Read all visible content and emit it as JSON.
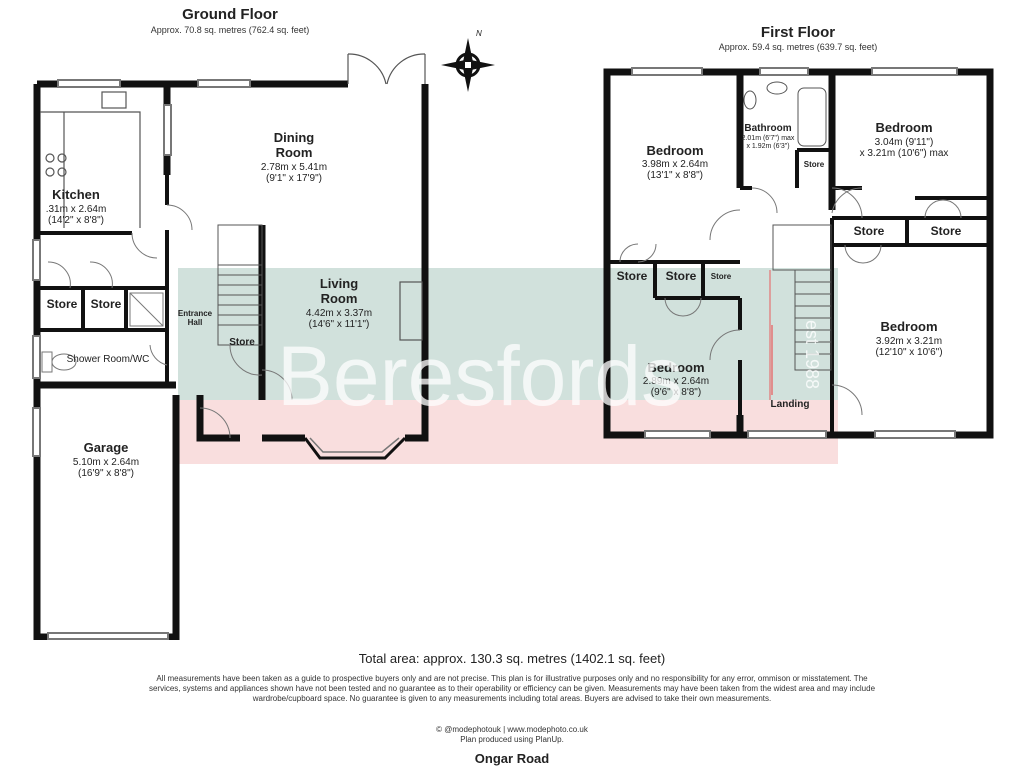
{
  "ground": {
    "title": "Ground Floor",
    "area": "Approx. 70.8 sq. metres (762.4 sq. feet)",
    "rooms": {
      "dining": {
        "name1": "Dining",
        "name2": "Room",
        "metric": "2.78m x 5.41m",
        "imperial": "(9'1\" x 17'9\")"
      },
      "kitchen": {
        "name": "Kitchen",
        "metric": ".31m x 2.64m",
        "imperial": "(14'2\" x 8'8\")"
      },
      "living": {
        "name1": "Living",
        "name2": "Room",
        "metric": "4.42m x 3.37m",
        "imperial": "(14'6\" x 11'1\")"
      },
      "garage": {
        "name": "Garage",
        "metric": "5.10m x 2.64m",
        "imperial": "(16'9\" x 8'8\")"
      },
      "store1": "Store",
      "store2": "Store",
      "store3": "Store",
      "shower": "Shower Room/WC",
      "hall1": "Entrance",
      "hall2": "Hall"
    }
  },
  "first": {
    "title": "First Floor",
    "area": "Approx. 59.4 sq. metres (639.7 sq. feet)",
    "rooms": {
      "bed1": {
        "name": "Bedroom",
        "metric": "3.98m x 2.64m",
        "imperial": "(13'1\" x 8'8\")"
      },
      "bath": {
        "name": "Bathroom",
        "line1": "2.01m (6'7\") max",
        "line2": "x 1.92m (6'3\")"
      },
      "bed2": {
        "name": "Bedroom",
        "line1": "3.04m (9'11\")",
        "line2": "x 3.21m (10'6\") max"
      },
      "bed3": {
        "name": "Bedroom",
        "metric": "2.89m x 2.64m",
        "imperial": "(9'6\" x 8'8\")"
      },
      "bed4": {
        "name": "Bedroom",
        "metric": "3.92m x 3.21m",
        "imperial": "(12'10\" x 10'6\")"
      },
      "landing": "Landing",
      "store_a": "Store",
      "store_b": "Store",
      "store_c": "Store",
      "store_d": "Store",
      "store_e": "Store",
      "store_f": "Store"
    }
  },
  "compass": "N",
  "watermark": {
    "brand": "Beresfords",
    "est": "est 1988"
  },
  "total": "Total area: approx. 130.3 sq. metres (1402.1 sq. feet)",
  "disclaimer": "All measurements have been taken as a guide to prospective buyers only and are not precise. This plan is for illustrative purposes only and no responsibility for any error, ommison or misstatement. The services, systems and appliances shown have not been tested and no guarantee as to their operability or efficiency can be given. Measurements may have been taken from the widest area and may include wardrobe/cupboard space. No guarantee is given to any measurements including total areas. Buyers are advised to take their own measurements.",
  "credit1": "© @modephotouk | www.modephoto.co.uk",
  "credit2": "Plan produced using PlanUp.",
  "road": "Ongar Road",
  "colors": {
    "wall": "#111111",
    "watermark_bg": "#c9dcd6",
    "watermark_strip": "#f7d6d6"
  }
}
